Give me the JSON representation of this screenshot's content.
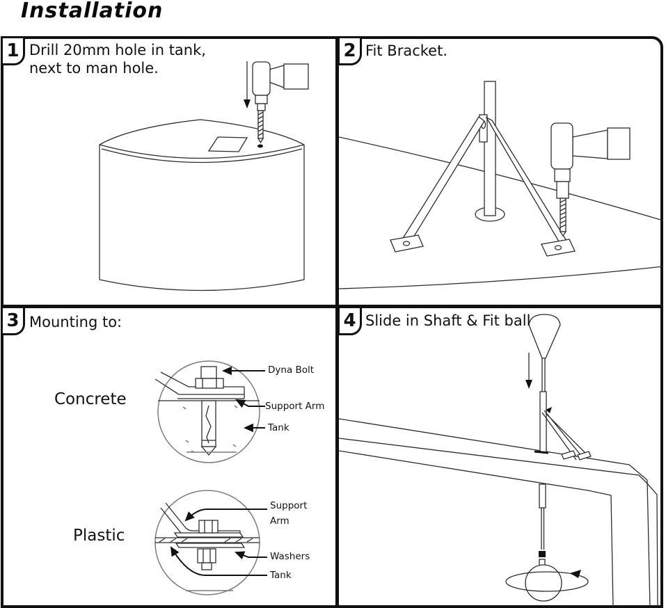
{
  "title": "Installation",
  "colors": {
    "ink": "#111111",
    "sketch": "#2c2c2c",
    "circle_sketch": "#7a7a7a"
  },
  "panels": [
    {
      "number": "1",
      "caption_lines": [
        "Drill 20mm hole in tank,",
        "next to man hole."
      ]
    },
    {
      "number": "2",
      "caption_lines": [
        "Fit Bracket."
      ]
    },
    {
      "number": "3",
      "caption_lines": [
        "Mounting to:"
      ]
    },
    {
      "number": "4",
      "caption_lines": [
        "Slide in Shaft & Fit ball"
      ]
    }
  ],
  "panel3": {
    "materials": [
      {
        "label": "Concrete"
      },
      {
        "label": "Plastic"
      }
    ],
    "concrete_callouts": [
      {
        "label": "Dyna Bolt"
      },
      {
        "label": "Support Arm"
      },
      {
        "label": "Tank"
      }
    ],
    "plastic_callouts": [
      {
        "label": "Support"
      },
      {
        "label": "Arm"
      },
      {
        "label": "Washers"
      },
      {
        "label": "Tank"
      }
    ]
  }
}
